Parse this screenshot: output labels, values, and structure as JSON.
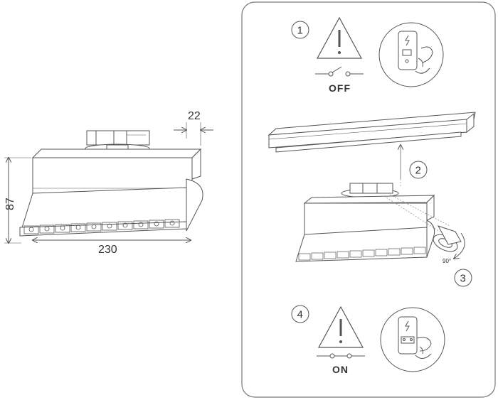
{
  "dimensions": {
    "depth": "22",
    "height": "87",
    "length": "230"
  },
  "steps": [
    {
      "number": "1",
      "state": "OFF"
    },
    {
      "number": "2"
    },
    {
      "number": "3",
      "angle": "90°"
    },
    {
      "number": "4",
      "state": "ON"
    }
  ],
  "colors": {
    "line": "#555555",
    "panel_border": "#777777",
    "text": "#333333"
  }
}
